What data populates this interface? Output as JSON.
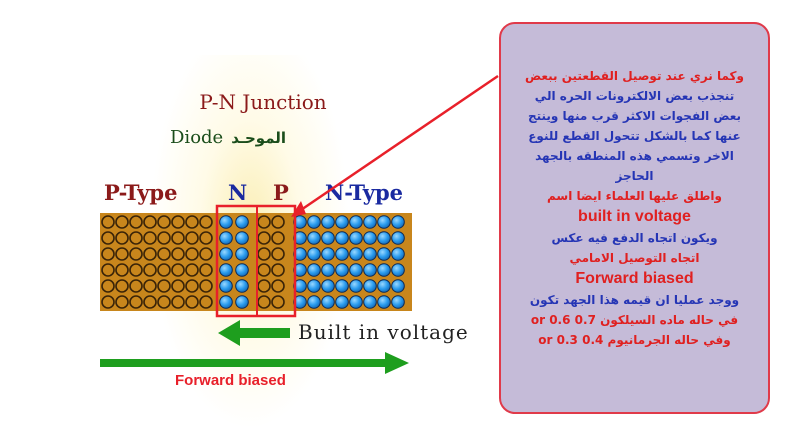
{
  "title": "P-N Junction",
  "subtitle": {
    "en": "Diode",
    "ar": "الموحـد"
  },
  "labels": {
    "p_type": "P-Type",
    "n": "N",
    "p": "P",
    "n_type": "N-Type"
  },
  "built_in_voltage": "Built in voltage",
  "forward_biased": "Forward biased",
  "colors": {
    "p_region": "#c8861c",
    "n_dot": "#2a9cee",
    "junction_box": "#e8202a",
    "arrow": "#1e9e1e",
    "info_bg": "#c5bbd8"
  },
  "info": {
    "line1": "وكما نري عند توصيل القطعتين ببعض",
    "line2": "تنجذب بعض الالكترونات الحره الي",
    "line3": "بعض الفجوات الاكثر قرب منها وينتج",
    "line4": "عنها كما بالشكل تتحول القطع للنوع",
    "line5": "الاخر وتسمي هذه المنطقه بالجهد",
    "line6": "الحاجز",
    "line7": "واطلق عليها العلماء ايضا اسم",
    "line8": "built in voltage",
    "line9": "ويكون اتجاه الدفع فيه عكس",
    "line10": "اتجاه التوصيل الامامي",
    "line11": "Forward biased",
    "line12": "ووجد عمليا ان قيمه هذا الجهد تكون",
    "line13": "في حاله ماده السيلكون 0.7 or 0.6",
    "line14": "وفي حاله الجرمانيوم 0.4 or 0.3"
  }
}
